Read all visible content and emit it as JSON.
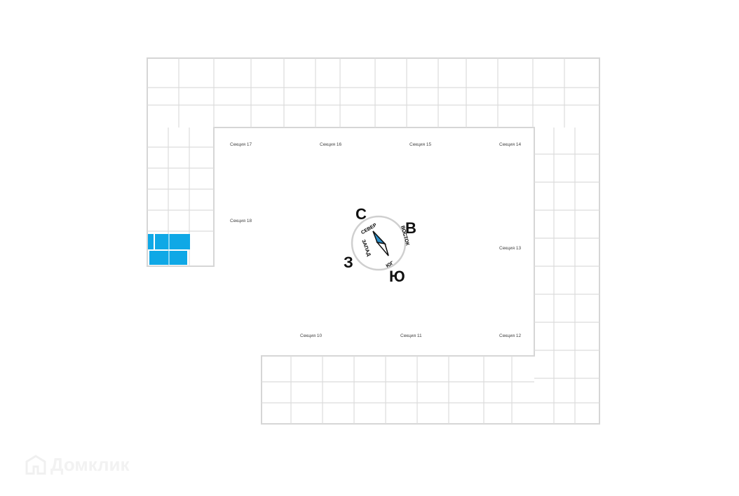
{
  "sections": [
    {
      "id": "17",
      "label": "Секция 17"
    },
    {
      "id": "16",
      "label": "Секция 16"
    },
    {
      "id": "15",
      "label": "Секция 15"
    },
    {
      "id": "14",
      "label": "Секция 14"
    },
    {
      "id": "18",
      "label": "Секция 18"
    },
    {
      "id": "13",
      "label": "Секция 13"
    },
    {
      "id": "10",
      "label": "Секция 10"
    },
    {
      "id": "11",
      "label": "Секция 11"
    },
    {
      "id": "12",
      "label": "Секция 12"
    }
  ],
  "compass": {
    "north": "С",
    "east": "В",
    "south": "Ю",
    "west": "З",
    "north_word": "СЕВЕР",
    "east_word": "ВОСТОК",
    "south_word": "ЮГ",
    "west_word": "ЗАПАД"
  },
  "highlight_color": "#0fa8e6",
  "logo": {
    "text": "Домклик"
  }
}
